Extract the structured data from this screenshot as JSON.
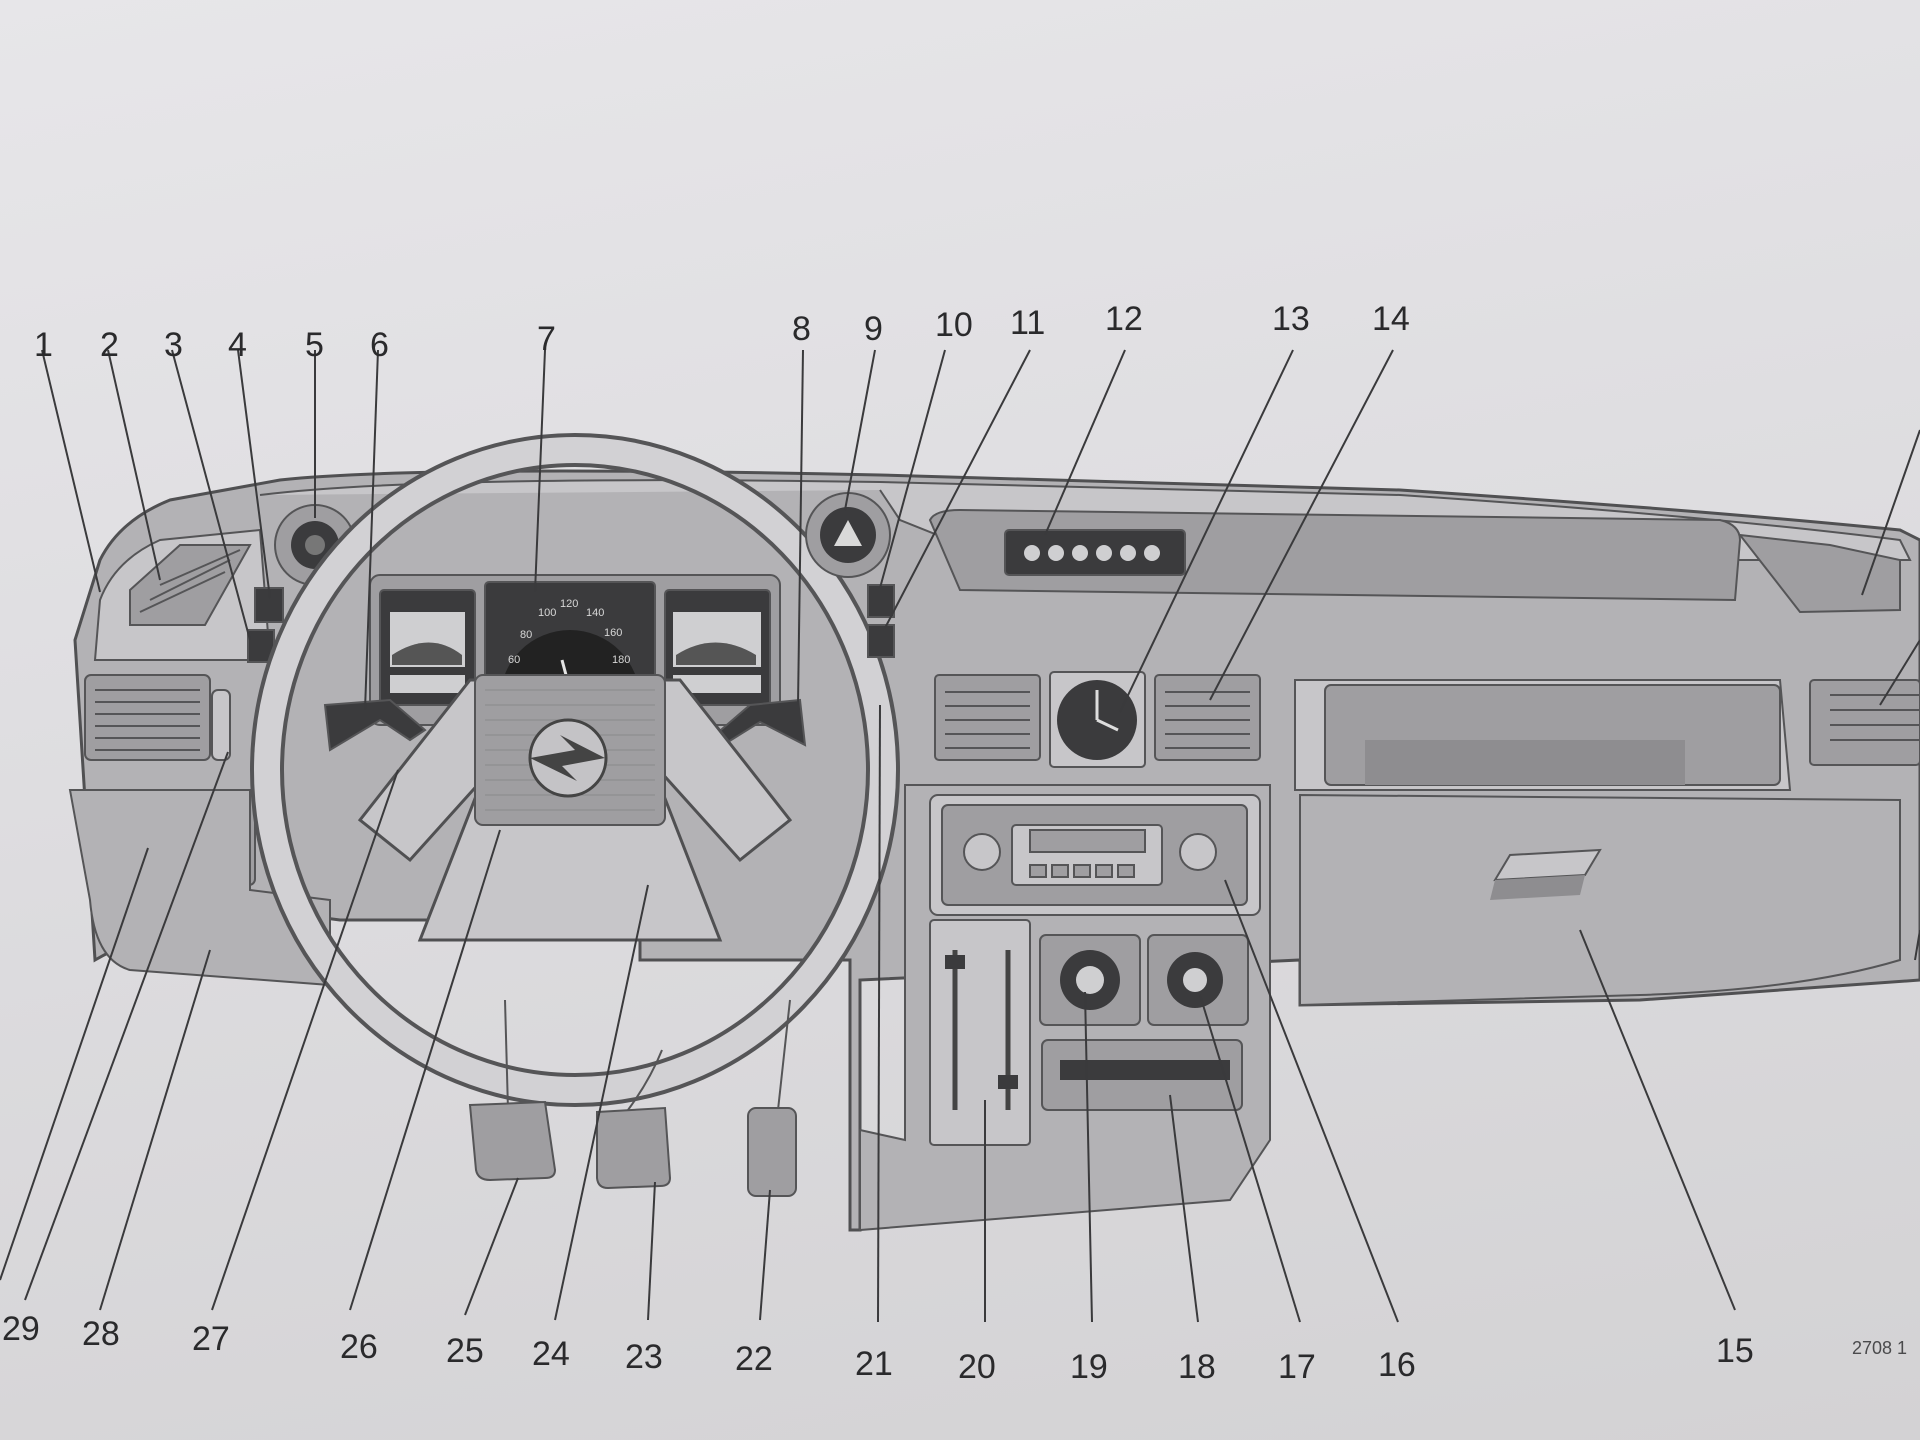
{
  "diagram": {
    "reference_code": "2708 1",
    "callouts_top": [
      "1",
      "2",
      "3",
      "4",
      "5",
      "6",
      "7",
      "8",
      "9",
      "10",
      "11",
      "12",
      "13",
      "14"
    ],
    "callouts_bottom": [
      "29",
      "28",
      "27",
      "26",
      "25",
      "24",
      "23",
      "22",
      "21",
      "20",
      "19",
      "18",
      "17",
      "16",
      "15"
    ],
    "speedometer_labels": [
      "60",
      "80",
      "100",
      "120",
      "140",
      "160",
      "180"
    ]
  }
}
